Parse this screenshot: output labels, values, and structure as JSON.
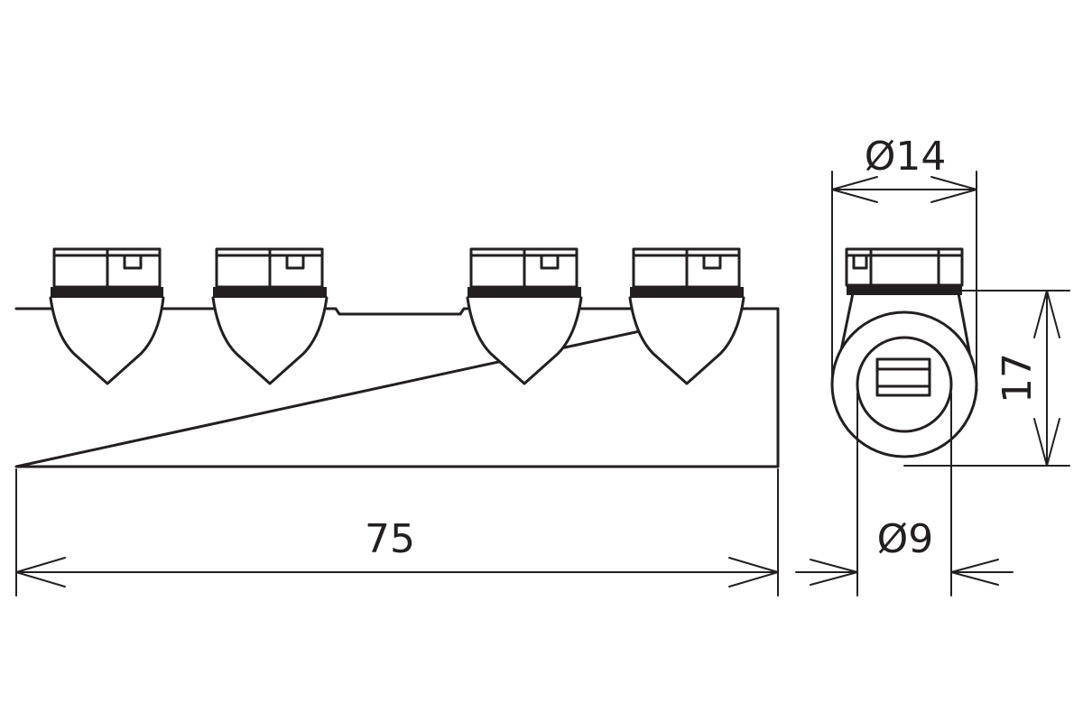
{
  "dimensions": {
    "length": "75",
    "outer_diameter": "Ø14",
    "height": "17",
    "inner_diameter": "Ø9"
  },
  "colors": {
    "line": "#231f20",
    "background": "#ffffff"
  }
}
